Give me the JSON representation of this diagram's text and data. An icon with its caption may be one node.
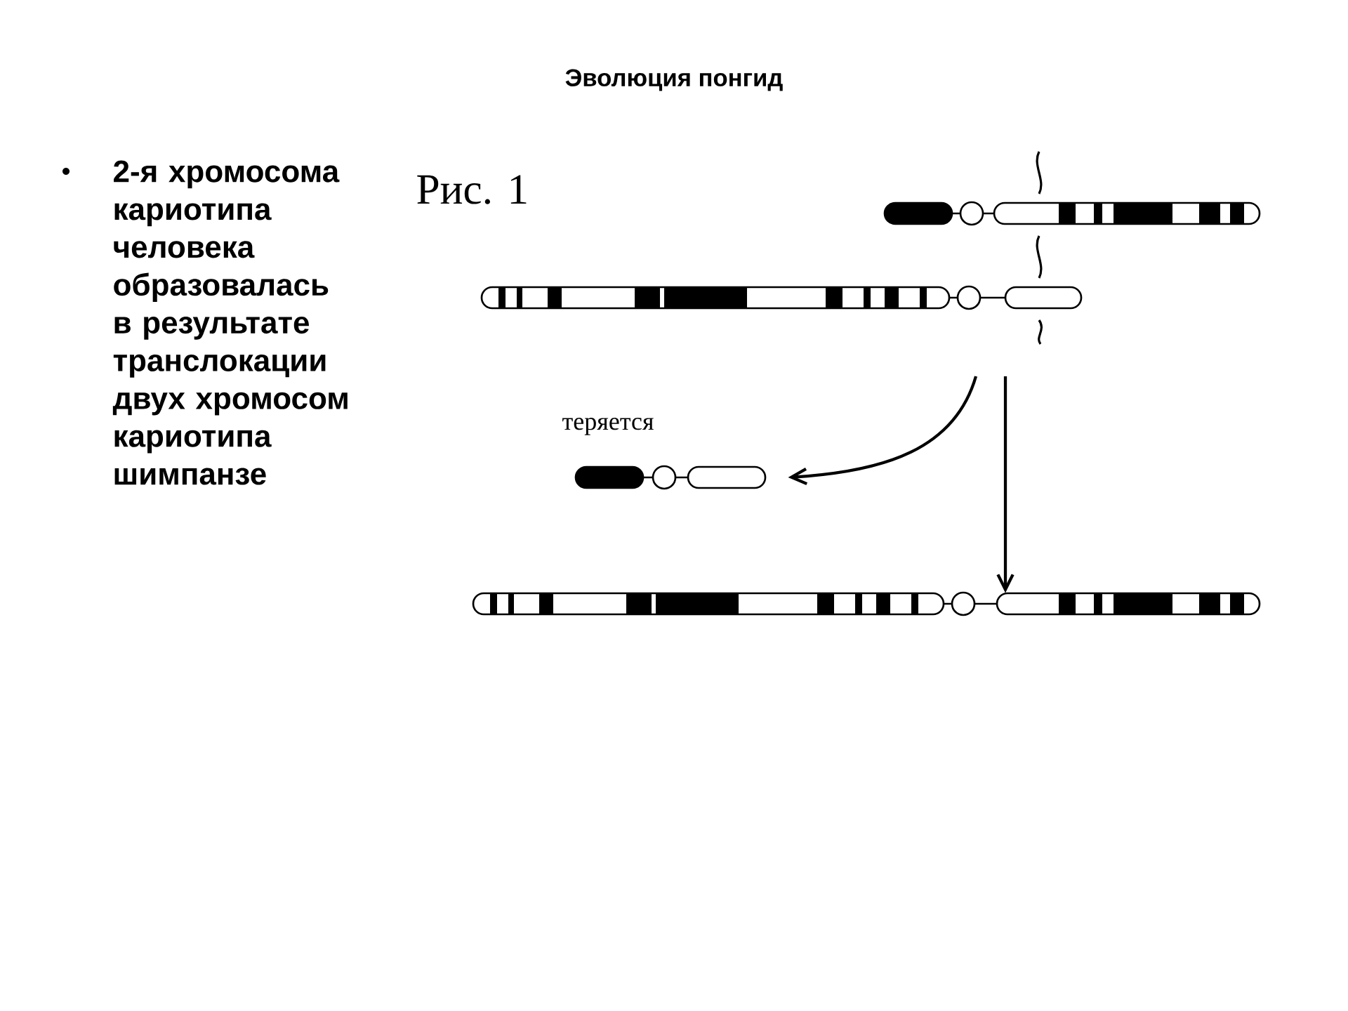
{
  "diagram": {
    "title": "Эволюция понгид",
    "nodes": [
      {
        "text": [],
        "shape": "bar"
      },
      {
        "text": [],
        "shape": "bar"
      },
      {
        "text": [],
        "shape": "bar",
        "beside": [
          "теряется"
        ]
      },
      {
        "text": [],
        "shape": "bar"
      }
    ],
    "edges": [
      {
        "from": null,
        "to": 2,
        "arrow": "to"
      },
      {
        "from": null,
        "to": 3,
        "arrow": "to"
      }
    ],
    "labels": [
      "2-я хромосома кариотипа человека образовалась в результате транслокации двух хромосом кариотипа шимпанзе",
      "Рис. 1"
    ]
  }
}
